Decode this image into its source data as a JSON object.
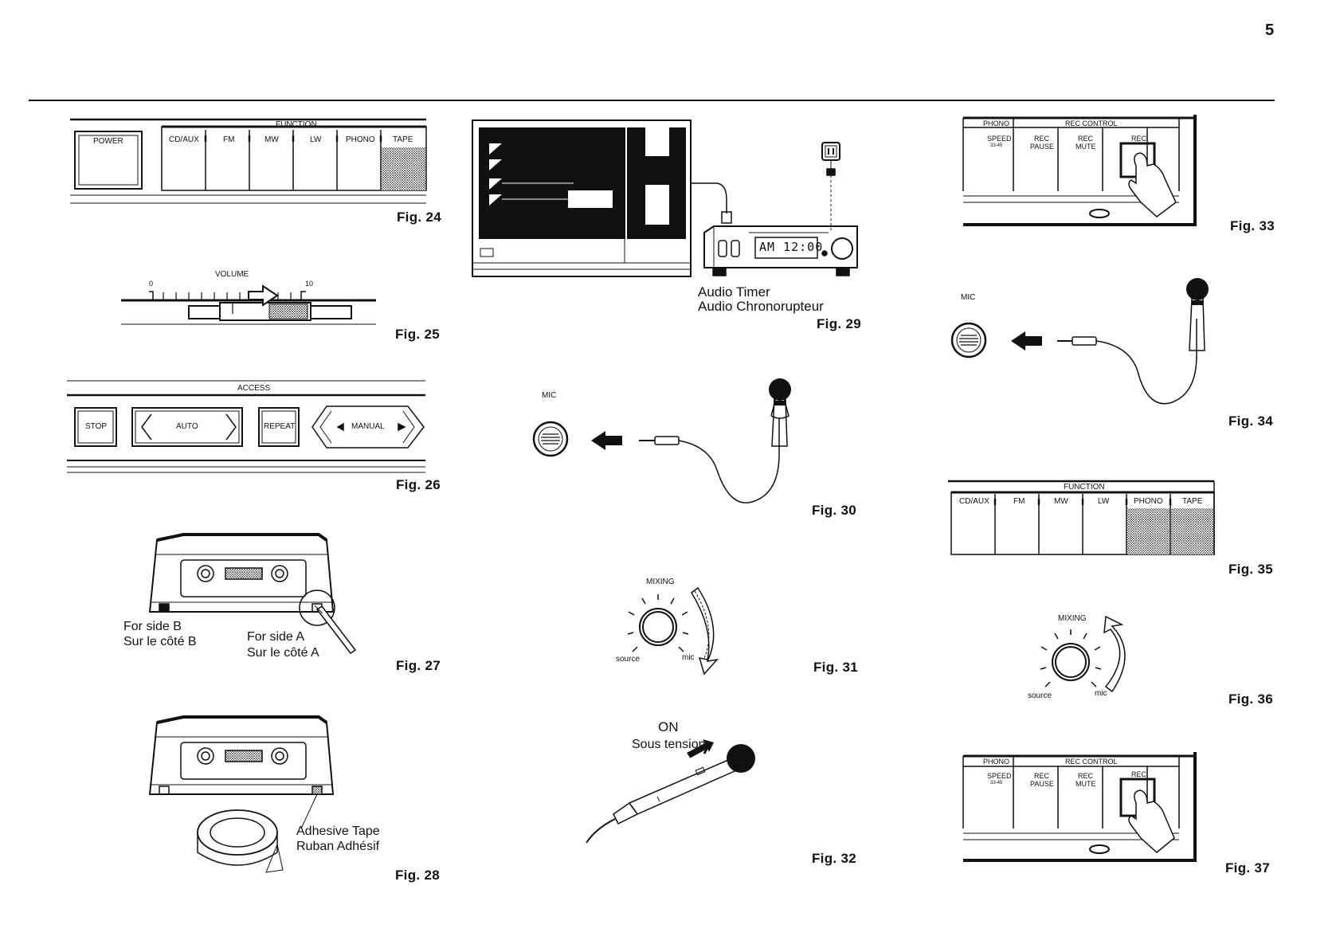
{
  "page": {
    "number": "5"
  },
  "fig24": {
    "caption": "Fig. 24",
    "power": "POWER",
    "function_title": "FUNCTION",
    "buttons": [
      "CD/AUX",
      "FM",
      "MW",
      "LW",
      "PHONO",
      "TAPE"
    ]
  },
  "fig25": {
    "caption": "Fig. 25",
    "title": "VOLUME",
    "min": "0",
    "max": "10"
  },
  "fig26": {
    "caption": "Fig. 26",
    "title": "ACCESS",
    "stop": "STOP",
    "auto": "AUTO",
    "repeat": "REPEAT",
    "manual": "MANUAL"
  },
  "fig27": {
    "caption": "Fig. 27",
    "side_b_en": "For side B",
    "side_b_fr": "Sur le côté B",
    "side_a_en": "For side A",
    "side_a_fr": "Sur le côté A"
  },
  "fig28": {
    "caption": "Fig. 28",
    "tape_en": "Adhesive Tape",
    "tape_fr": "Ruban Adhésif"
  },
  "fig29": {
    "caption": "Fig. 29",
    "timer_en": "Audio Timer",
    "timer_fr": "Audio Chronorupteur",
    "display": "AM 12:00"
  },
  "fig30": {
    "caption": "Fig. 30",
    "mic": "MIC"
  },
  "fig31": {
    "caption": "Fig. 31",
    "mixing": "MIXING",
    "source": "source",
    "mic": "mic"
  },
  "fig32": {
    "caption": "Fig. 32",
    "on_en": "ON",
    "on_fr": "Sous tension"
  },
  "fig33": {
    "caption": "Fig. 33",
    "phono": "PHONO",
    "rec_control": "REC CONTROL",
    "speed": "SPEED",
    "speed_sub": "33-45",
    "rec_pause_1": "REC",
    "rec_pause_2": "PAUSE",
    "rec_mute_1": "REC",
    "rec_mute_2": "MUTE",
    "rec": "REC"
  },
  "fig34": {
    "caption": "Fig. 34",
    "mic": "MIC"
  },
  "fig35": {
    "caption": "Fig. 35",
    "function_title": "FUNCTION",
    "buttons": [
      "CD/AUX",
      "FM",
      "MW",
      "LW",
      "PHONO",
      "TAPE"
    ]
  },
  "fig36": {
    "caption": "Fig. 36",
    "mixing": "MIXING",
    "source": "source",
    "mic": "mic"
  },
  "fig37": {
    "caption": "Fig. 37",
    "phono": "PHONO",
    "rec_control": "REC CONTROL",
    "speed": "SPEED",
    "speed_sub": "33-45",
    "rec_pause_1": "REC",
    "rec_pause_2": "PAUSE",
    "rec_mute_1": "REC",
    "rec_mute_2": "MUTE",
    "rec": "REC"
  }
}
